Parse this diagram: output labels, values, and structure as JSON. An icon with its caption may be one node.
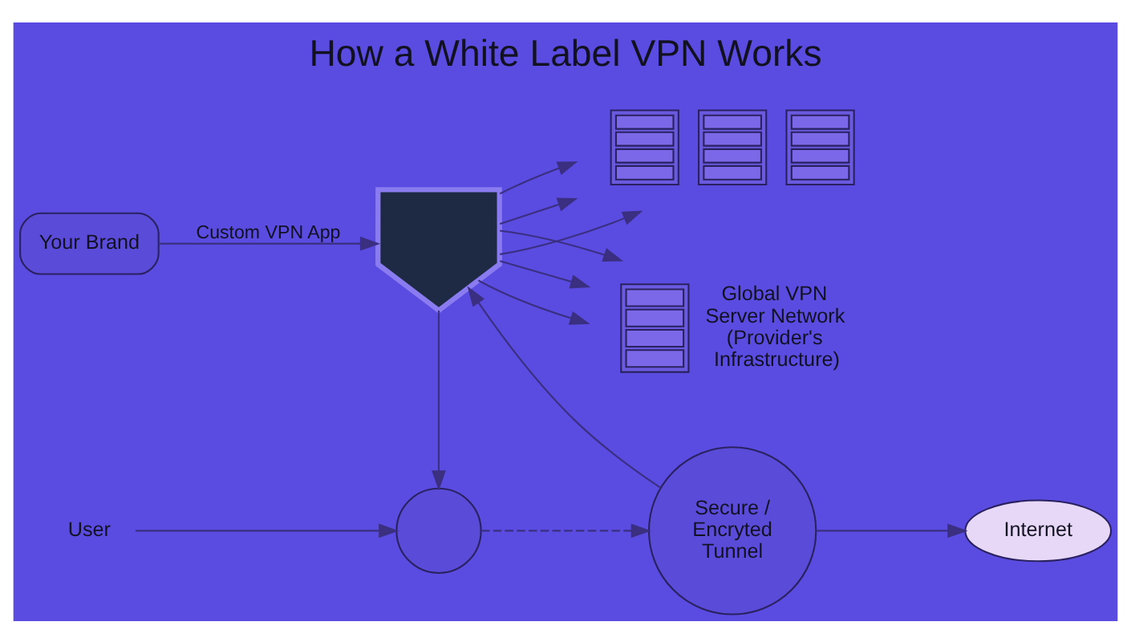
{
  "diagram": {
    "title": "How a White Label VPN Works",
    "nodes": [
      {
        "text": [
          "Your Brand"
        ]
      },
      {
        "text": [],
        "shape": "picture"
      },
      {
        "text": [],
        "shape": "picture"
      },
      {
        "text": [],
        "shape": "picture",
        "beside": [
          "Global VPN Server Network (Provider's Infrastructure)"
        ]
      },
      {
        "text": [
          "User"
        ]
      },
      {
        "text": [],
        "shape": "circle"
      },
      {
        "text": [
          "Secure / Encryted Tunnel"
        ]
      },
      {
        "text": [
          "Internet"
        ]
      }
    ],
    "edges": [
      {
        "from": 0,
        "to": 1,
        "arrow": "to",
        "label": "Custom VPN App"
      },
      {
        "from": 1,
        "to": 2,
        "arrow": "to"
      },
      {
        "from": 1,
        "to": 2,
        "arrow": "to"
      },
      {
        "from": 1,
        "to": 2,
        "arrow": "to"
      },
      {
        "from": 1,
        "to": 3,
        "arrow": "to"
      },
      {
        "from": 1,
        "to": 3,
        "arrow": "to"
      },
      {
        "from": 1,
        "to": 3,
        "arrow": "to"
      },
      {
        "from": 1,
        "to": 5,
        "arrow": "to"
      },
      {
        "from": 6,
        "to": 1,
        "arrow": "to"
      },
      {
        "from": 4,
        "to": 5,
        "arrow": "to"
      },
      {
        "from": 5,
        "to": 6,
        "arrow": "to",
        "style": "dashed"
      },
      {
        "from": 6,
        "to": 7,
        "arrow": "to"
      }
    ]
  }
}
